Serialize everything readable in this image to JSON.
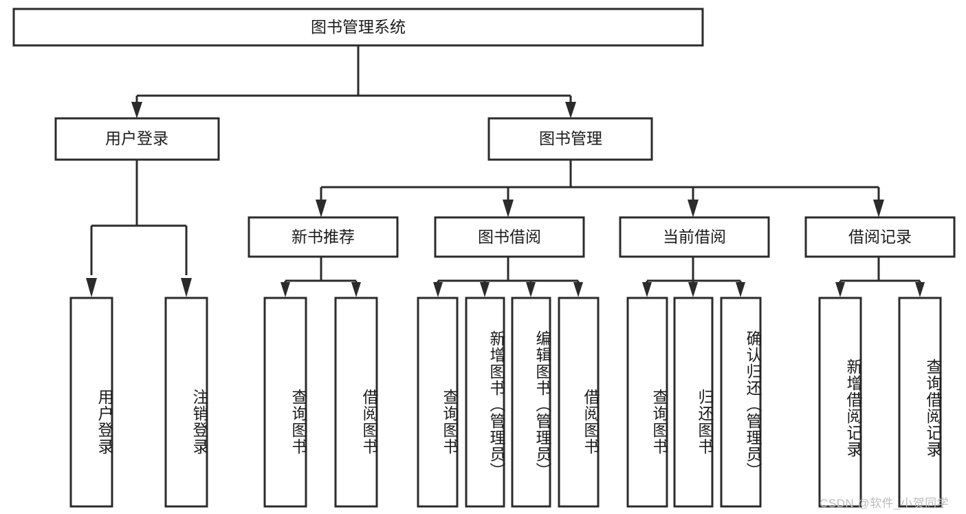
{
  "diagram": {
    "title": "图书管理系统",
    "type": "tree-hierarchy-diagram",
    "colors": {
      "stroke": "#2b2b2b",
      "fill": "#ffffff",
      "text": "#1b1b1b",
      "watermark": "#bcbcbc",
      "background": "#ffffff"
    },
    "root": {
      "label": "图书管理系统"
    },
    "level2": [
      {
        "label": "用户登录"
      },
      {
        "label": "图书管理"
      }
    ],
    "level3": [
      {
        "label": "新书推荐"
      },
      {
        "label": "图书借阅"
      },
      {
        "label": "当前借阅"
      },
      {
        "label": "借阅记录"
      }
    ],
    "leaves": {
      "user_login": [
        {
          "label": "用户登录"
        },
        {
          "label": "注销登录"
        }
      ],
      "new_book_recommend": [
        {
          "label": "查询图书"
        },
        {
          "label": "借阅图书"
        }
      ],
      "book_borrow": [
        {
          "label": "查询图书"
        },
        {
          "label": "新增图书（管理员）"
        },
        {
          "label": "编辑图书（管理员）"
        },
        {
          "label": "借阅图书"
        }
      ],
      "current_borrow": [
        {
          "label": "查询图书"
        },
        {
          "label": "归还图书"
        },
        {
          "label": "确认归还（管理员）"
        }
      ],
      "borrow_records": [
        {
          "label": "新增借阅记录"
        },
        {
          "label": "查询借阅记录"
        }
      ]
    },
    "watermark": "CSDN @软件_小贺同学"
  }
}
